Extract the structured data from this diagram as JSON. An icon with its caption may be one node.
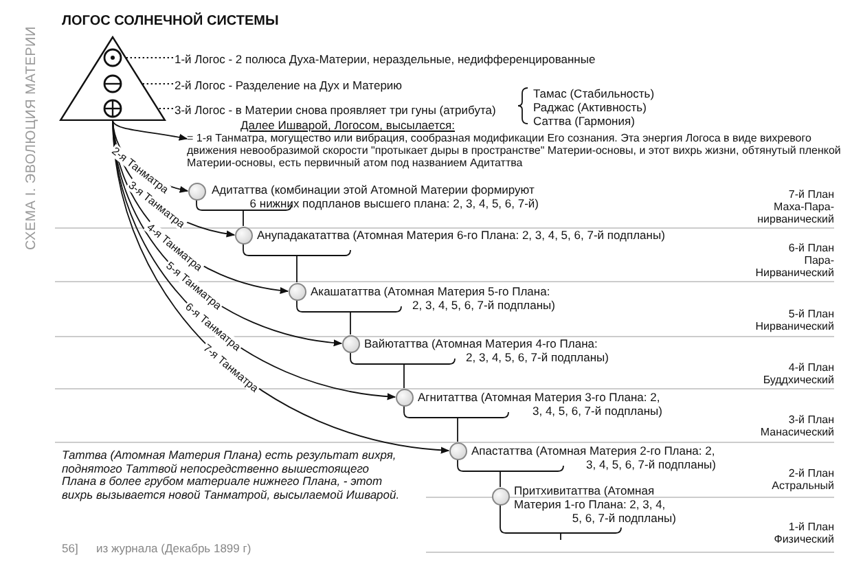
{
  "diagram": {
    "title": "ЛОГОС СОЛНЕЧНОЙ СИСТЕМЫ",
    "nodes": [
      {
        "text": [],
        "shape": "triangle"
      },
      {
        "text": [],
        "shape": "circle",
        "in": 0
      },
      {
        "text": [],
        "shape": "circle",
        "in": 0
      },
      {
        "text": [],
        "shape": "circle",
        "in": 0
      },
      {
        "text": [
          "1-й Логос - 2 полюса Духа-Материи, нераздельные, недифференцированные"
        ]
      },
      {
        "text": [
          "2-й Логос - Разделение на Дух и Материю"
        ]
      },
      {
        "text": [
          "3-й Логос - в Материи снова проявляет три гуны (атрибута)"
        ]
      },
      {
        "text": [
          "= 1-я Танматра, могущество или вибрация, сообразная модификации Его сознания. Эта энергия Логоса в виде вихревого движения невообразимой скорости \"протыкает дыры в пространстве\" Материи-основы, и этот вихрь жизни, обтянутый пленкой Материи-основы, есть первичный атом под названием Адитаттва"
        ]
      },
      {
        "text": [],
        "shape": "circle",
        "beside": [
          "Адитаттва (комбинации этой Атомной Материи формируют 6 нижних подпланов высшего плана: 2, 3, 4, 5, 6, 7-й)"
        ]
      },
      {
        "text": [],
        "shape": "circle"
      },
      {
        "text": [],
        "shape": "circle",
        "beside": [
          "Акашататтва (Атомная Материя 5-го Плана: 2, 3, 4, 5, 6, 7-й подпланы)"
        ]
      },
      {
        "text": [],
        "shape": "circle",
        "beside": [
          "Вайютаттва (Атомная Материя 4-го Плана: 2, 3, 4, 5, 6, 7-й подпланы)"
        ]
      },
      {
        "text": [],
        "shape": "circle",
        "beside": [
          "Агнитаттва (Атомная Материя 3-го Плана: 2, 3, 4, 5, 6, 7-й подпланы)"
        ]
      },
      {
        "text": [],
        "shape": "circle",
        "beside": [
          "Апастаттва (Атомная Материя 2-го Плана: 2, 3, 4, 5, 6, 7-й подпланы)"
        ]
      },
      {
        "text": [],
        "shape": "circle",
        "beside": [
          "Притхивитаттва (Атомная Материя 1-го Плана: 2, 3, 4, 5, 6, 7-й подпланы)"
        ]
      }
    ],
    "edges": [
      {
        "from": 4,
        "to": 1,
        "arrow": "none",
        "style": "dashed"
      },
      {
        "from": 5,
        "to": 2,
        "arrow": "none",
        "style": "dashed"
      },
      {
        "from": 6,
        "to": 3,
        "arrow": "none",
        "style": "dashed"
      },
      {
        "from": 0,
        "to": 7,
        "arrow": "to"
      },
      {
        "from": 0,
        "to": 8,
        "arrow": "to",
        "label": "2-я Танматра"
      },
      {
        "from": 0,
        "to": 9,
        "arrow": "to",
        "label": "3-я Танматра"
      },
      {
        "from": 0,
        "to": 10,
        "arrow": "to",
        "label": "4-я Танматра"
      },
      {
        "from": 0,
        "to": 11,
        "arrow": "to",
        "label": "5-я Танматра"
      },
      {
        "from": 0,
        "to": 12,
        "arrow": "to",
        "label": "6-я Танматра"
      },
      {
        "from": 0,
        "to": 13,
        "arrow": "to",
        "label": "7-я Танматра"
      },
      {
        "from": 8,
        "to": 9,
        "arrow": "none"
      },
      {
        "from": 9,
        "to": 10,
        "arrow": "none"
      },
      {
        "from": 10,
        "to": 11,
        "arrow": "none"
      },
      {
        "from": 11,
        "to": 12,
        "arrow": "none"
      },
      {
        "from": 12,
        "to": 13,
        "arrow": "none"
      },
      {
        "from": 13,
        "to": 14,
        "arrow": "none"
      }
    ],
    "labels": [
      "СХЕМА I. ЭВОЛЮЦИЯ МАТЕРИИ",
      "Анупадакататтва (Атомная Материя 6-го Плана: 2, 3, 4, 5, 6, 7-й подпланы)",
      "Тамас (Стабильность)",
      "Раджас (Активность)",
      "Саттва (Гармония)",
      "Далее Ишварой, Логосом, высылается:",
      "7-й План",
      "Маха-Пара-нирванический",
      "6-й План",
      "Пара-Нирванический",
      "5-й План",
      "Нирванический",
      "4-й План",
      "Буддхический",
      "3-й План",
      "Манасический",
      "2-й План",
      "Астральный",
      "1-й План",
      "Физический",
      "Таттва (Атомная Материя Плана) есть результат вихря, поднятого Таттвой непосредственно вышестоящего Плана в более грубом материале нижнего Плана, - этот вихрь вызывается новой Танматрой, высылаемой Ишварой.",
      "56]",
      "из журнала (Декабрь 1899 г)"
    ]
  }
}
